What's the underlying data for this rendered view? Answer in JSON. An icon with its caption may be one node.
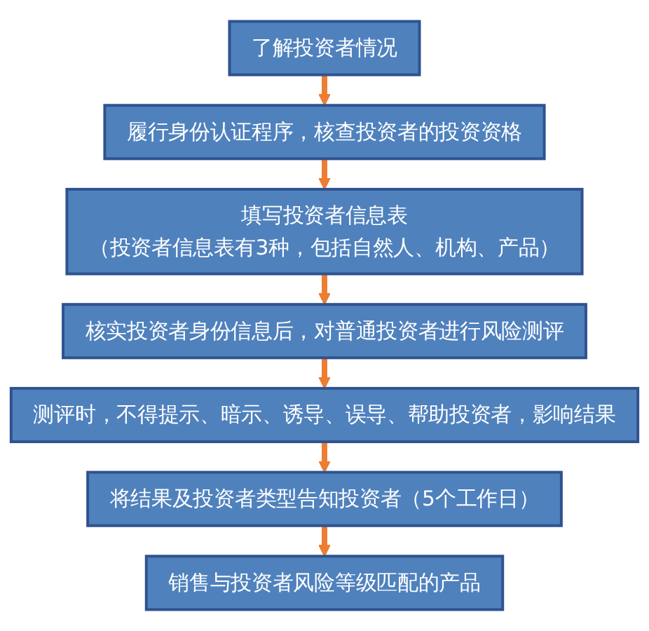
{
  "diagram": {
    "nodes": [
      {
        "text": [
          "了解投资者情况"
        ]
      },
      {
        "text": [
          "履行身份认证程序，核查投资者的投资资格"
        ]
      },
      {
        "text": [
          "填写投资者信息表",
          "（投资者信息表有3种，包括自然人、机构、产品）"
        ]
      },
      {
        "text": [
          "核实投资者身份信息后，对普通投资者进行风险测评"
        ]
      },
      {
        "text": [
          "测评时，不得提示、暗示、诱导、误导、帮助投资者，影响结果"
        ]
      },
      {
        "text": [
          "将结果及投资者类型告知投资者（5个工作日）"
        ]
      },
      {
        "text": [
          "销售与投资者风险等级匹配的产品"
        ]
      }
    ],
    "edges": [
      {
        "from": 0,
        "to": 1,
        "arrow": "to"
      },
      {
        "from": 1,
        "to": 2,
        "arrow": "to"
      },
      {
        "from": 2,
        "to": 3,
        "arrow": "to"
      },
      {
        "from": 3,
        "to": 4,
        "arrow": "to"
      },
      {
        "from": 4,
        "to": 5,
        "arrow": "to"
      },
      {
        "from": 5,
        "to": 6,
        "arrow": "to"
      }
    ]
  }
}
